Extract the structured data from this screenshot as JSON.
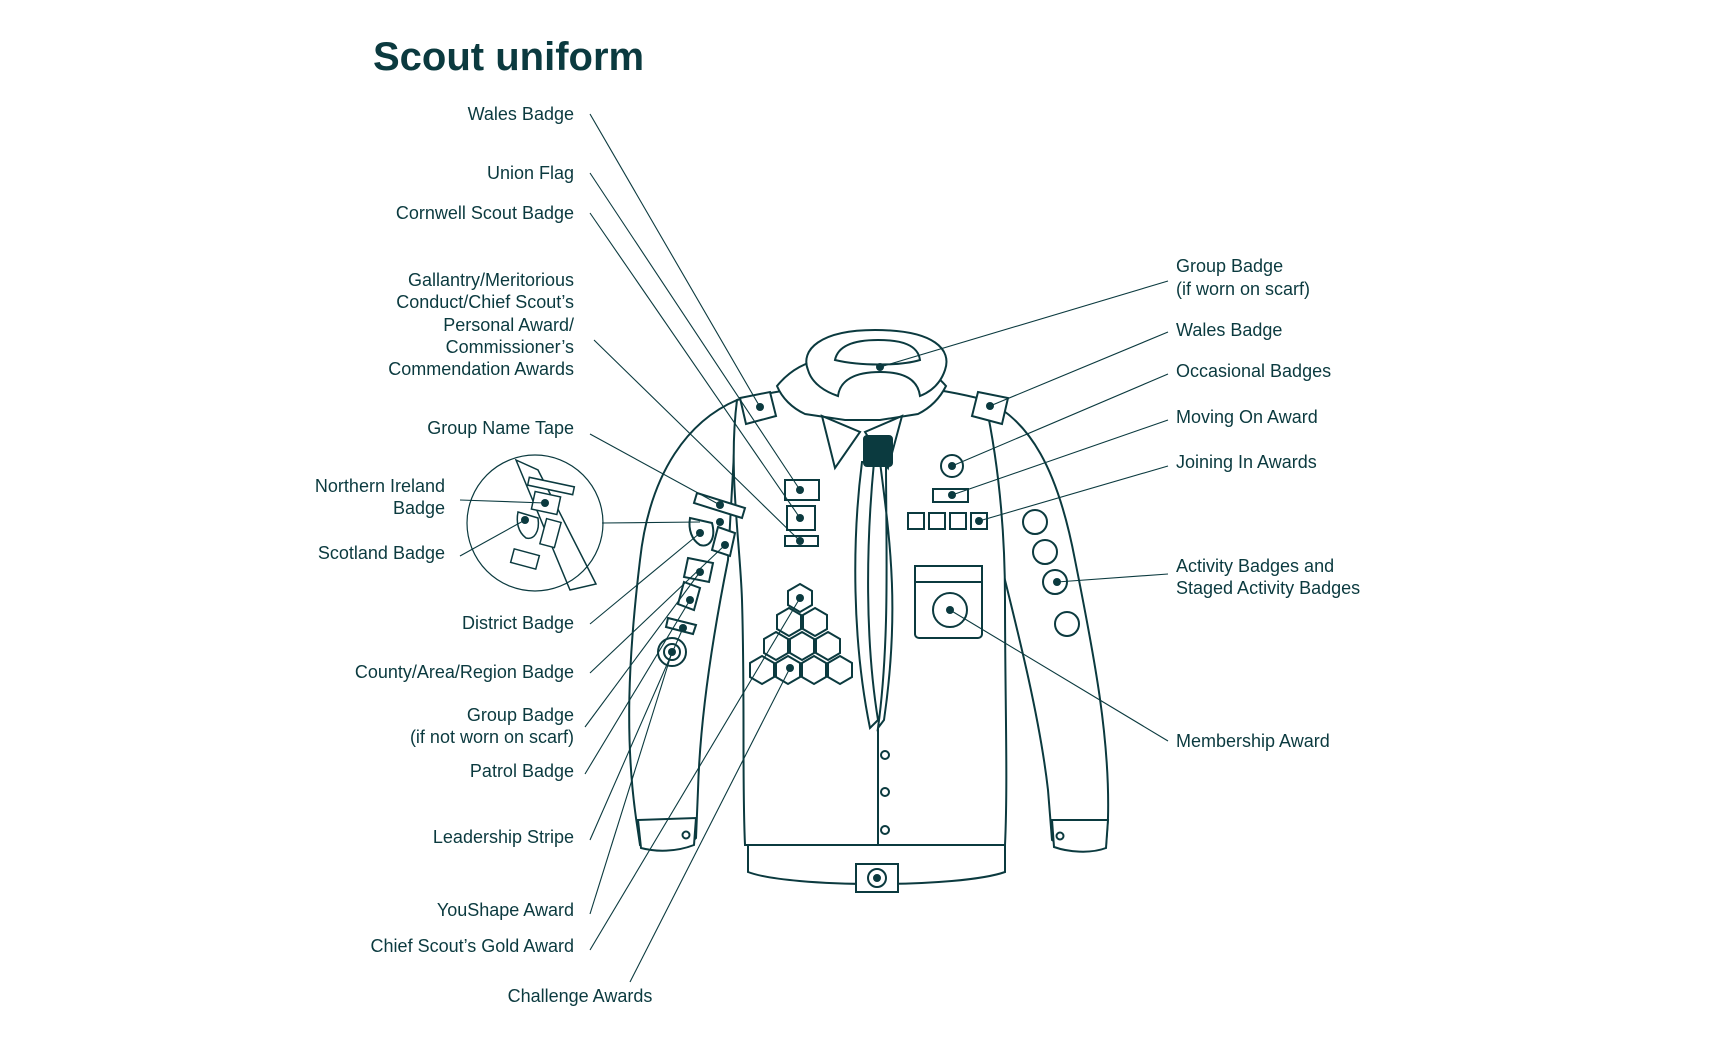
{
  "title": "Scout uniform",
  "colors": {
    "ink": "#0b3a3f",
    "background": "#ffffff"
  },
  "labels_left": {
    "wales_badge": "Wales Badge",
    "union_flag": "Union Flag",
    "cornwell": "Cornwell Scout Badge",
    "gallantry": [
      "Gallantry/Meritorious",
      "Conduct/Chief Scout’s",
      "Personal Award/",
      "Commissioner’s",
      "Commendation Awards"
    ],
    "group_name_tape": "Group Name Tape",
    "northern_ireland": [
      "Northern Ireland",
      "Badge"
    ],
    "scotland": "Scotland Badge",
    "district": "District Badge",
    "county": "County/Area/Region Badge",
    "group_badge_not_scarf": [
      "Group Badge",
      "(if not worn on scarf)"
    ],
    "patrol": "Patrol Badge",
    "leadership": "Leadership Stripe",
    "youshape": "YouShape Award",
    "chief_scout_gold": "Chief Scout’s Gold Award",
    "challenge": "Challenge Awards"
  },
  "labels_right": {
    "group_badge_scarf": [
      "Group Badge",
      "(if worn on scarf)"
    ],
    "wales_badge": "Wales Badge",
    "occasional": "Occasional Badges",
    "moving_on": "Moving On Award",
    "joining_in": "Joining In Awards",
    "activity": [
      "Activity Badges and",
      "Staged Activity Badges"
    ],
    "membership": "Membership Award"
  }
}
